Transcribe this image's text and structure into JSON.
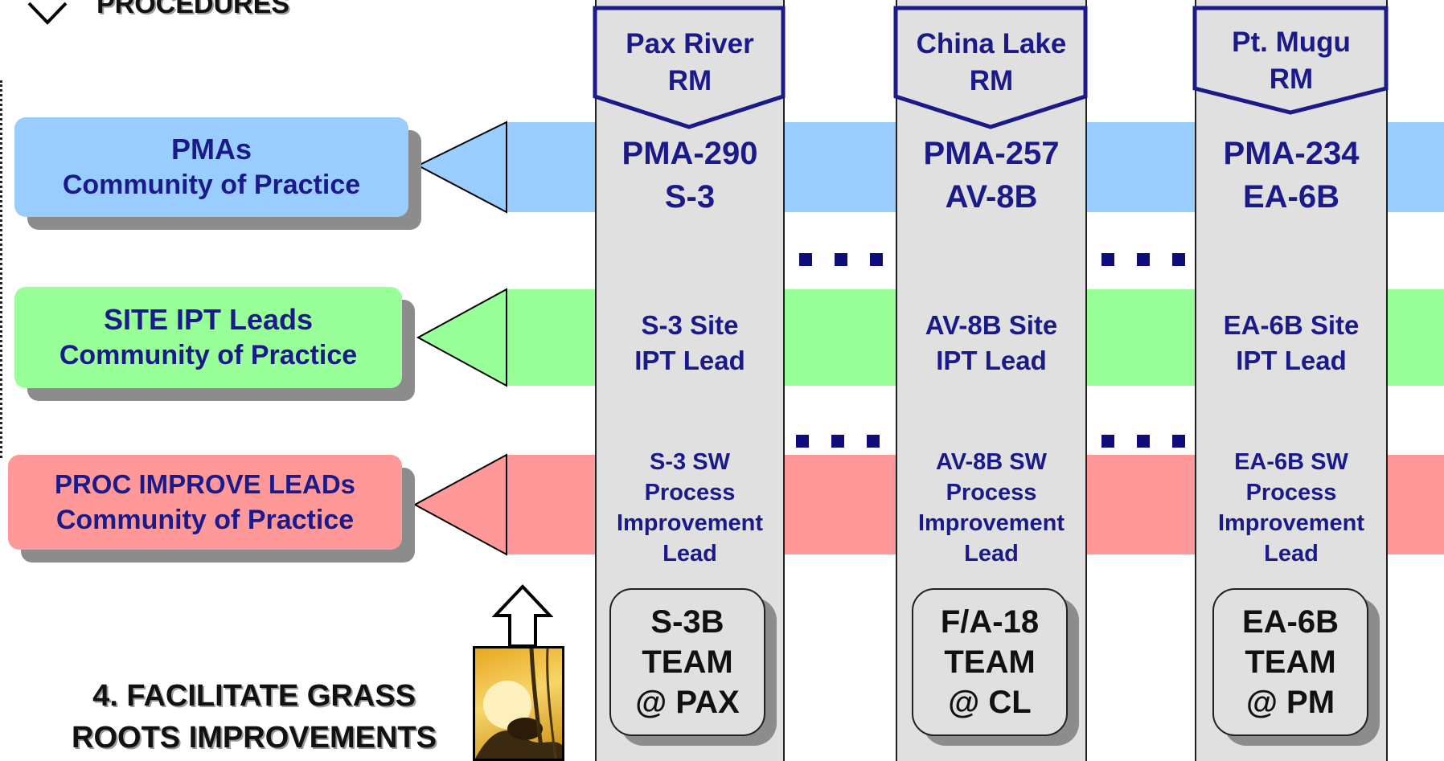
{
  "top_label": "PROCEDURES",
  "communities": [
    {
      "title": "PMAs",
      "subtitle": "Community of Practice"
    },
    {
      "title": "SITE IPT Leads",
      "subtitle": "Community of Practice"
    },
    {
      "title": "PROC IMPROVE LEADs",
      "subtitle": "Community of Practice"
    }
  ],
  "columns": [
    {
      "header": [
        "Pax River",
        "RM"
      ],
      "pma": [
        "PMA-290",
        "S-3"
      ],
      "ipt": [
        "S-3 Site",
        "IPT Lead"
      ],
      "proc": [
        "S-3 SW",
        "Process",
        "Improvement",
        "Lead"
      ],
      "team": [
        "S-3B",
        "TEAM",
        "@ PAX"
      ]
    },
    {
      "header": [
        "China Lake",
        "RM"
      ],
      "pma": [
        "PMA-257",
        "AV-8B"
      ],
      "ipt": [
        "AV-8B Site",
        "IPT Lead"
      ],
      "proc": [
        "AV-8B SW",
        "Process",
        "Improvement",
        "Lead"
      ],
      "team": [
        "F/A-18",
        "TEAM",
        "@ CL"
      ]
    },
    {
      "header": [
        "Pt. Mugu",
        "RM"
      ],
      "pma": [
        "PMA-234",
        "EA-6B"
      ],
      "ipt": [
        "EA-6B Site",
        "IPT Lead"
      ],
      "proc": [
        "EA-6B SW",
        "Process",
        "Improvement",
        "Lead"
      ],
      "team": [
        "EA-6B",
        "TEAM",
        "@ PM"
      ]
    }
  ],
  "caption": [
    "4. FACILITATE GRASS",
    "ROOTS IMPROVEMENTS"
  ],
  "colors": {
    "navy": "#1a1a8a",
    "blue_band": "#99ccff",
    "green_band": "#99ff99",
    "pink_band": "#ff9999",
    "column": "#e0e0e0"
  }
}
